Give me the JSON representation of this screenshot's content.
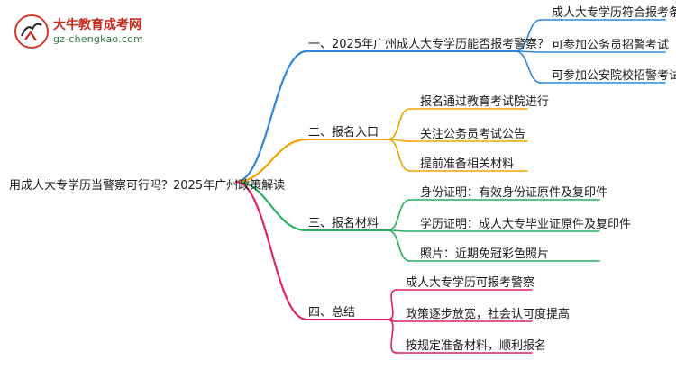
{
  "logo": {
    "site_name": "大牛教育成考网",
    "site_url": "gz-chengkao.com"
  },
  "root": {
    "label": "用成人大专学历当警察可行吗？2025年广州政策解读"
  },
  "branches": [
    {
      "label": "一、2025年广州成人大专学历能否报考警察？",
      "color": "#2e86de",
      "leaves": [
        "成人大专学历符合报考条件",
        "可参加公务员招警考试",
        "可参加公安院校招警考试"
      ]
    },
    {
      "label": "二、报名入口",
      "color": "#f0a500",
      "leaves": [
        "报名通过教育考试院进行",
        "关注公务员考试公告",
        "提前准备相关材料"
      ]
    },
    {
      "label": "三、报名材料",
      "color": "#27ae60",
      "leaves": [
        "身份证明：有效身份证原件及复印件",
        "学历证明：成人大专毕业证原件及复印件",
        "照片：近期免冠彩色照片"
      ]
    },
    {
      "label": "四、总结",
      "color": "#e0245e",
      "leaves": [
        "成人大专学历可报考警察",
        "政策逐步放宽，社会认可度提高",
        "按规定准备材料，顺利报名"
      ]
    }
  ]
}
